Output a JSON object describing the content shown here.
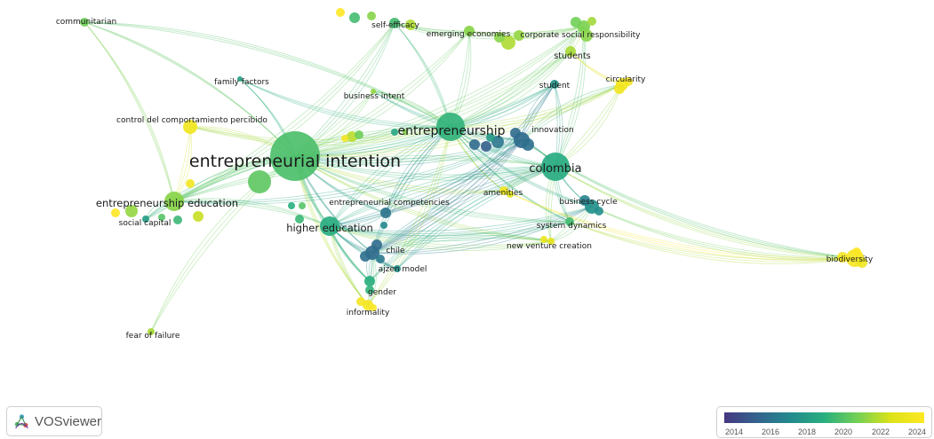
{
  "app": {
    "name": "VOSviewer"
  },
  "legend": {
    "ticks": [
      "2014",
      "2016",
      "2018",
      "2020",
      "2022",
      "2024"
    ],
    "gradient": [
      "#453781",
      "#33638d",
      "#238a8d",
      "#29af7f",
      "#73d055",
      "#dde318",
      "#fde725"
    ]
  },
  "labels": {
    "entrepreneurial_intention": "entrepreneurial intention",
    "entrepreneurship": "entrepreneurship",
    "colombia": "colombia",
    "higher_education": "higher education",
    "entrepreneurship_education": "entrepreneurship education",
    "communitarian": "communitarian",
    "family_factors": "family factors",
    "control_comportamiento": "control del comportamiento percibido",
    "social_capital": "social capital",
    "self_efficacy": "self-efficacy",
    "business_intent": "business intent",
    "emerging_economies": "emerging economies",
    "corporate_social_responsibility": "corporate social responsibility",
    "students": "students",
    "student": "student",
    "circularity": "circularity",
    "innovation": "innovation",
    "entrepreneurial_competencies": "entrepreneurial competencies",
    "amenities": "amenities",
    "business_cycle": "business cycle",
    "system_dynamics": "system dynamics",
    "new_venture_creation": "new venture creation",
    "chile": "chile",
    "ajzen_model": "ajzen model",
    "gender": "gender",
    "informality": "informality",
    "fear_of_failure": "fear of failure",
    "biodiversity": "biodiversity"
  },
  "network": {
    "nodes": [
      {
        "id": "ei",
        "year": 2019.8,
        "weight": 28
      },
      {
        "id": "ent",
        "year": 2019.2,
        "weight": 16
      },
      {
        "id": "col",
        "year": 2018.8,
        "weight": 16
      },
      {
        "id": "he",
        "year": 2018.9,
        "weight": 11
      },
      {
        "id": "ee",
        "year": 2021.0,
        "weight": 11
      },
      {
        "id": "comm",
        "year": 2020.6,
        "weight": 5
      },
      {
        "id": "ff",
        "year": 2018.4,
        "weight": 3
      },
      {
        "id": "ccp",
        "year": 2023.4,
        "weight": 8
      },
      {
        "id": "sc",
        "year": 2018.2,
        "weight": 4
      },
      {
        "id": "se",
        "year": 2019.6,
        "weight": 6
      },
      {
        "id": "bi",
        "year": 2021.2,
        "weight": 3
      },
      {
        "id": "eme",
        "year": 2021.0,
        "weight": 6
      },
      {
        "id": "csr",
        "year": 2020.8,
        "weight": 7
      },
      {
        "id": "stu",
        "year": 2021.5,
        "weight": 6
      },
      {
        "id": "stud",
        "year": 2017.8,
        "weight": 5
      },
      {
        "id": "circ",
        "year": 2023.5,
        "weight": 7
      },
      {
        "id": "inn",
        "year": 2016.0,
        "weight": 9
      },
      {
        "id": "ecomp",
        "year": 2016.4,
        "weight": 6
      },
      {
        "id": "amen",
        "year": 2023.3,
        "weight": 5
      },
      {
        "id": "bc",
        "year": 2017.6,
        "weight": 8
      },
      {
        "id": "sd",
        "year": 2019.6,
        "weight": 5
      },
      {
        "id": "nvc",
        "year": 2022.8,
        "weight": 4
      },
      {
        "id": "chile",
        "year": 2016.0,
        "weight": 8
      },
      {
        "id": "ajz",
        "year": 2017.6,
        "weight": 4
      },
      {
        "id": "gen",
        "year": 2019.0,
        "weight": 6
      },
      {
        "id": "inf",
        "year": 2023.6,
        "weight": 6
      },
      {
        "id": "fof",
        "year": 2021.5,
        "weight": 4
      },
      {
        "id": "bio",
        "year": 2023.6,
        "weight": 10
      }
    ],
    "links": [
      [
        "ei",
        "ent"
      ],
      [
        "ei",
        "col"
      ],
      [
        "ei",
        "he"
      ],
      [
        "ei",
        "ee"
      ],
      [
        "ei",
        "comm"
      ],
      [
        "ei",
        "ff"
      ],
      [
        "ei",
        "ccp"
      ],
      [
        "ei",
        "sc"
      ],
      [
        "ei",
        "se"
      ],
      [
        "ei",
        "bi"
      ],
      [
        "ei",
        "eme"
      ],
      [
        "ei",
        "csr"
      ],
      [
        "ei",
        "stu"
      ],
      [
        "ei",
        "circ"
      ],
      [
        "ei",
        "inn"
      ],
      [
        "ei",
        "ecomp"
      ],
      [
        "ei",
        "amen"
      ],
      [
        "ei",
        "chile"
      ],
      [
        "ei",
        "gen"
      ],
      [
        "ei",
        "inf"
      ],
      [
        "ei",
        "fof"
      ],
      [
        "ei",
        "sd"
      ],
      [
        "ei",
        "nvc"
      ],
      [
        "ei",
        "stud"
      ],
      [
        "ent",
        "col"
      ],
      [
        "ent",
        "he"
      ],
      [
        "ent",
        "se"
      ],
      [
        "ent",
        "eme"
      ],
      [
        "ent",
        "csr"
      ],
      [
        "ent",
        "stu"
      ],
      [
        "ent",
        "stud"
      ],
      [
        "ent",
        "circ"
      ],
      [
        "ent",
        "inn"
      ],
      [
        "ent",
        "chile"
      ],
      [
        "ent",
        "amen"
      ],
      [
        "ent",
        "bc"
      ],
      [
        "ent",
        "sd"
      ],
      [
        "ent",
        "ee"
      ],
      [
        "ent",
        "ecomp"
      ],
      [
        "ent",
        "bi"
      ],
      [
        "ent",
        "comm"
      ],
      [
        "col",
        "bio"
      ],
      [
        "col",
        "bc"
      ],
      [
        "col",
        "sd"
      ],
      [
        "col",
        "he"
      ],
      [
        "col",
        "chile"
      ],
      [
        "col",
        "inn"
      ],
      [
        "col",
        "stud"
      ],
      [
        "col",
        "circ"
      ],
      [
        "col",
        "csr"
      ],
      [
        "col",
        "amen"
      ],
      [
        "col",
        "nvc"
      ],
      [
        "col",
        "ee"
      ],
      [
        "col",
        "ajz"
      ],
      [
        "col",
        "gen"
      ],
      [
        "he",
        "chile"
      ],
      [
        "he",
        "ecomp"
      ],
      [
        "he",
        "gen"
      ],
      [
        "he",
        "inf"
      ],
      [
        "he",
        "ajz"
      ],
      [
        "he",
        "ee"
      ],
      [
        "he",
        "inn"
      ],
      [
        "he",
        "bc"
      ],
      [
        "he",
        "nvc"
      ],
      [
        "he",
        "sd"
      ],
      [
        "chile",
        "inn"
      ],
      [
        "chile",
        "bc"
      ],
      [
        "chile",
        "ajz"
      ],
      [
        "chile",
        "gen"
      ],
      [
        "chile",
        "stud"
      ],
      [
        "bc",
        "bio"
      ],
      [
        "sd",
        "bio"
      ],
      [
        "inn",
        "bio"
      ],
      [
        "amen",
        "bio"
      ],
      [
        "ee",
        "sc"
      ],
      [
        "ee",
        "ccp"
      ],
      [
        "ee",
        "se"
      ],
      [
        "ee",
        "inn"
      ],
      [
        "ee",
        "comm"
      ],
      [
        "se",
        "eme"
      ],
      [
        "se",
        "csr"
      ],
      [
        "eme",
        "csr"
      ],
      [
        "csr",
        "stu"
      ],
      [
        "stu",
        "circ"
      ],
      [
        "stud",
        "inn"
      ],
      [
        "circ",
        "inn"
      ],
      [
        "inf",
        "chile"
      ],
      [
        "inf",
        "ent"
      ],
      [
        "ecomp",
        "inn"
      ],
      [
        "nvc",
        "bc"
      ],
      [
        "nvc",
        "chile"
      ],
      [
        "ff",
        "ent"
      ],
      [
        "ccp",
        "ent"
      ],
      [
        "bi",
        "inn"
      ]
    ]
  }
}
